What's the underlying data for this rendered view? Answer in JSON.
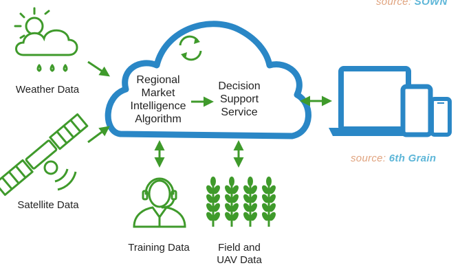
{
  "sources": {
    "top": {
      "prefix": "source:",
      "name": "SOWN"
    },
    "right": {
      "prefix": "source:",
      "name": "6th Grain"
    }
  },
  "inputs": {
    "weather": "Weather Data",
    "satellite": "Satellite Data",
    "training": "Training Data",
    "field_line1": "Field and",
    "field_line2": "UAV Data"
  },
  "cloud": {
    "algorithm_lines": [
      "Regional",
      "Market",
      "Intelligence",
      "Algorithm"
    ],
    "service_lines": [
      "Decision",
      "Support",
      "Service"
    ]
  },
  "colors": {
    "cloud_stroke": "#2a87c6",
    "arrow": "#3f9a2b",
    "device": "#2a87c6"
  }
}
